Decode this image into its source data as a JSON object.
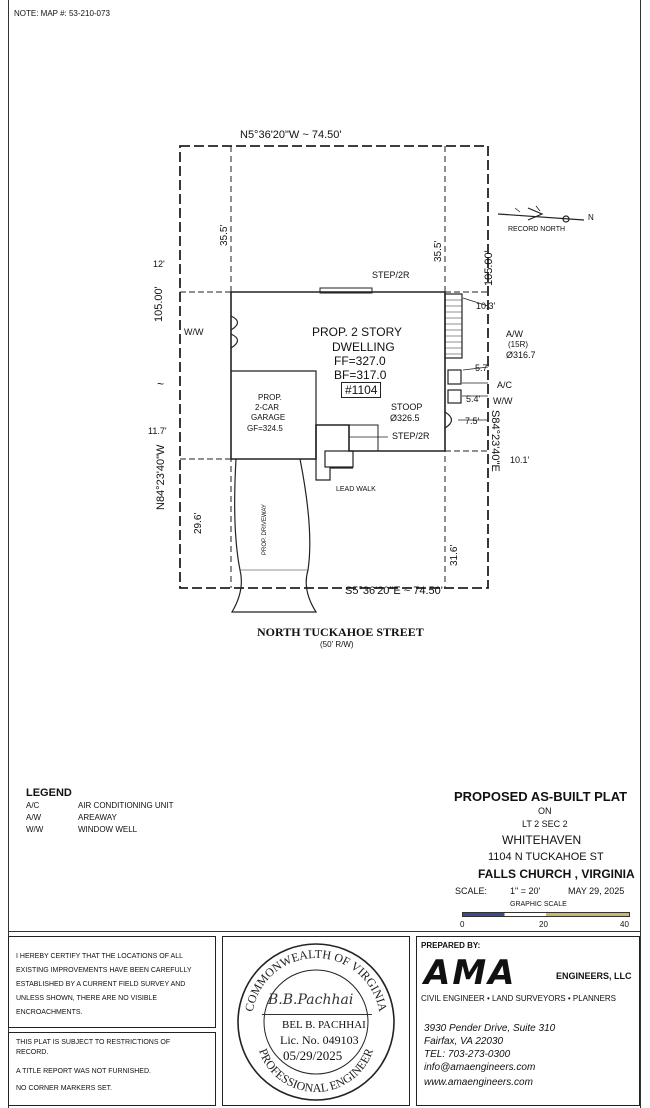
{
  "note": "NOTE: MAP #: 53-210-073",
  "plan": {
    "north_line": "N5°36'20\"W   ~   74.50'",
    "south_line": "S5°36'20\"E ~ 74.50'",
    "west_line": "N84°23'40\"W",
    "east_line": "S84°23'40\"E",
    "dim_left_top": "35.5'",
    "dim_right_top": "35.5'",
    "dim_left_width": "105.00'",
    "dim_right_width": "105.00'",
    "dim_12": "12'",
    "dim_103": "10.3'",
    "dim_117": "11.7'",
    "dim_101": "10.1'",
    "dim_57": "5.7'",
    "dim_54": "5.4'",
    "dim_75": "7.5'",
    "dim_296": "29.6'",
    "dim_316": "31.6'",
    "tilde": "~",
    "record_north": "RECORD NORTH",
    "north_n": "N",
    "step_top": "STEP/2R",
    "step_bottom": "STEP/2R",
    "ww_left": "W/W",
    "aw_label": "A/W",
    "aw_risers": "(15R)",
    "aw_elev": "Ø316.7",
    "ac_label": "A/C",
    "ww_right": "W/W",
    "dwelling_1": "PROP. 2 STORY",
    "dwelling_2": "DWELLING",
    "ff": "FF=327.0",
    "bf": "BF=317.0",
    "house_no": "#1104",
    "garage_1": "PROP.",
    "garage_2": "2-CAR",
    "garage_3": "GARAGE",
    "garage_4": "GF=324.5",
    "stoop_1": "STOOP",
    "stoop_2": "Ø326.5",
    "lead_walk": "LEAD WALK",
    "driveway": "PROP. DRIVEWAY",
    "street": "NORTH TUCKAHOE STREET",
    "street_rw": "(50' R/W)"
  },
  "legend": {
    "title": "LEGEND",
    "items": [
      {
        "code": "A/C",
        "desc": "AIR CONDITIONING UNIT"
      },
      {
        "code": "A/W",
        "desc": "AREAWAY"
      },
      {
        "code": "W/W",
        "desc": "WINDOW WELL"
      }
    ]
  },
  "title_block": {
    "title": "PROPOSED AS-BUILT PLAT",
    "on": "ON",
    "lot": "LT 2 SEC 2",
    "subdivision": "WHITEHAVEN",
    "address": "1104 N TUCKAHOE ST",
    "city": "FALLS CHURCH , VIRGINIA",
    "scale_label": "SCALE:",
    "scale_value": "1\" = 20'",
    "date": "MAY 29, 2025",
    "graphic_scale": "GRAPHIC    SCALE",
    "ticks": [
      "0",
      "20",
      "40"
    ]
  },
  "certify": {
    "text": "I HEREBY CERTIFY THAT THE LOCATIONS OF ALL EXISTING IMPROVEMENTS HAVE BEEN CAREFULLY ESTABLISHED BY A CURRENT FIELD SURVEY AND UNLESS SHOWN, THERE ARE NO VISIBLE ENCROACHMENTS."
  },
  "notes": {
    "n1": "THIS PLAT IS SUBJECT TO RESTRICTIONS OF RECORD.",
    "n2": "A TITLE REPORT WAS NOT FURNISHED.",
    "n3": "NO CORNER MARKERS SET."
  },
  "seal": {
    "top_arc": "COMMONWEALTH OF VIRGINIA",
    "bottom_arc": "PROFESSIONAL ENGINEER",
    "signature": "B.B.Pachhai",
    "name": "BEL B. PACHHAI",
    "lic": "Lic. No. 049103",
    "date": "05/29/2025"
  },
  "prepared": {
    "label": "PREPARED BY:",
    "logo": "AMA",
    "engineers": "ENGINEERS, LLC",
    "services": "CIVIL ENGINEER • LAND SURVEYORS • PLANNERS",
    "addr1": "3930 Pender Drive, Suite 310",
    "addr2": "Fairfax, VA 22030",
    "tel": "TEL: 703-273-0300",
    "email": "info@amaengineers.com",
    "web": "www.amaengineers.com"
  }
}
